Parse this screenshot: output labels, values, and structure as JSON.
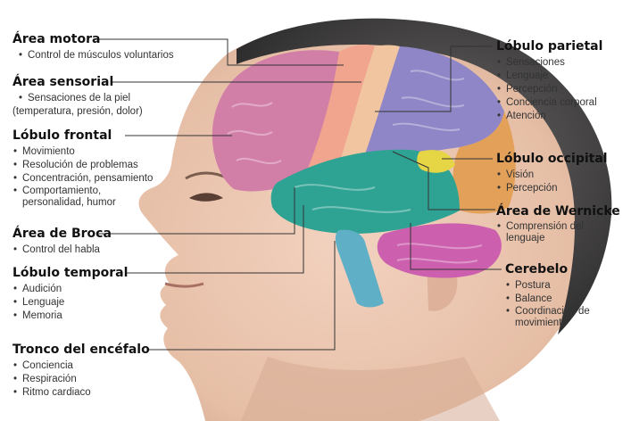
{
  "labels": {
    "area_motora": {
      "title": "Área motora",
      "items": [
        "Control de músculos voluntarios"
      ]
    },
    "area_sensorial": {
      "title": "Área sensorial",
      "items": [
        "Sensaciones de la piel",
        "(temperatura, presión, dolor)"
      ]
    },
    "lobulo_frontal": {
      "title": "Lóbulo frontal",
      "items": [
        "Movimiento",
        "Resolución de problemas",
        "Concentración, pensamiento",
        "Comportamiento,",
        "personalidad, humor"
      ]
    },
    "area_broca": {
      "title": "Área de Broca",
      "items": [
        "Control del habla"
      ]
    },
    "lobulo_temporal": {
      "title": "Lóbulo temporal",
      "items": [
        "Audición",
        "Lenguaje",
        "Memoria"
      ]
    },
    "tronco": {
      "title": "Tronco del encéfalo",
      "items": [
        "Conciencia",
        "Respiración",
        "Ritmo cardiaco"
      ]
    },
    "lobulo_parietal": {
      "title": "Lóbulo parietal",
      "items": [
        "Sensaciones",
        "Lenguaje",
        "Percepción",
        "Conciencia corporal",
        "Atención"
      ]
    },
    "lobulo_occipital": {
      "title": "Lóbulo occipital",
      "items": [
        "Visión",
        "Percepción"
      ]
    },
    "wernicke": {
      "title": "Área de Wernicke",
      "items": [
        "Comprensión del",
        "lenguaje"
      ]
    },
    "cerebelo": {
      "title": "Cerebelo",
      "items": [
        "Postura",
        "Balance",
        "Coordinación de",
        "movimiento"
      ]
    }
  },
  "colors": {
    "frontal": "#d27fa8",
    "motor": "#f2a58e",
    "sensory": "#f0c5a0",
    "parietal": "#8e86c6",
    "occipital": "#e2a058",
    "temporal": "#2fa393",
    "wernicke": "#e6d645",
    "cerebellum": "#cc5fae",
    "brainstem": "#5fb0c6",
    "skin": "#e9c4ae",
    "hair": "#4a4848",
    "leader_line": "#333333"
  }
}
